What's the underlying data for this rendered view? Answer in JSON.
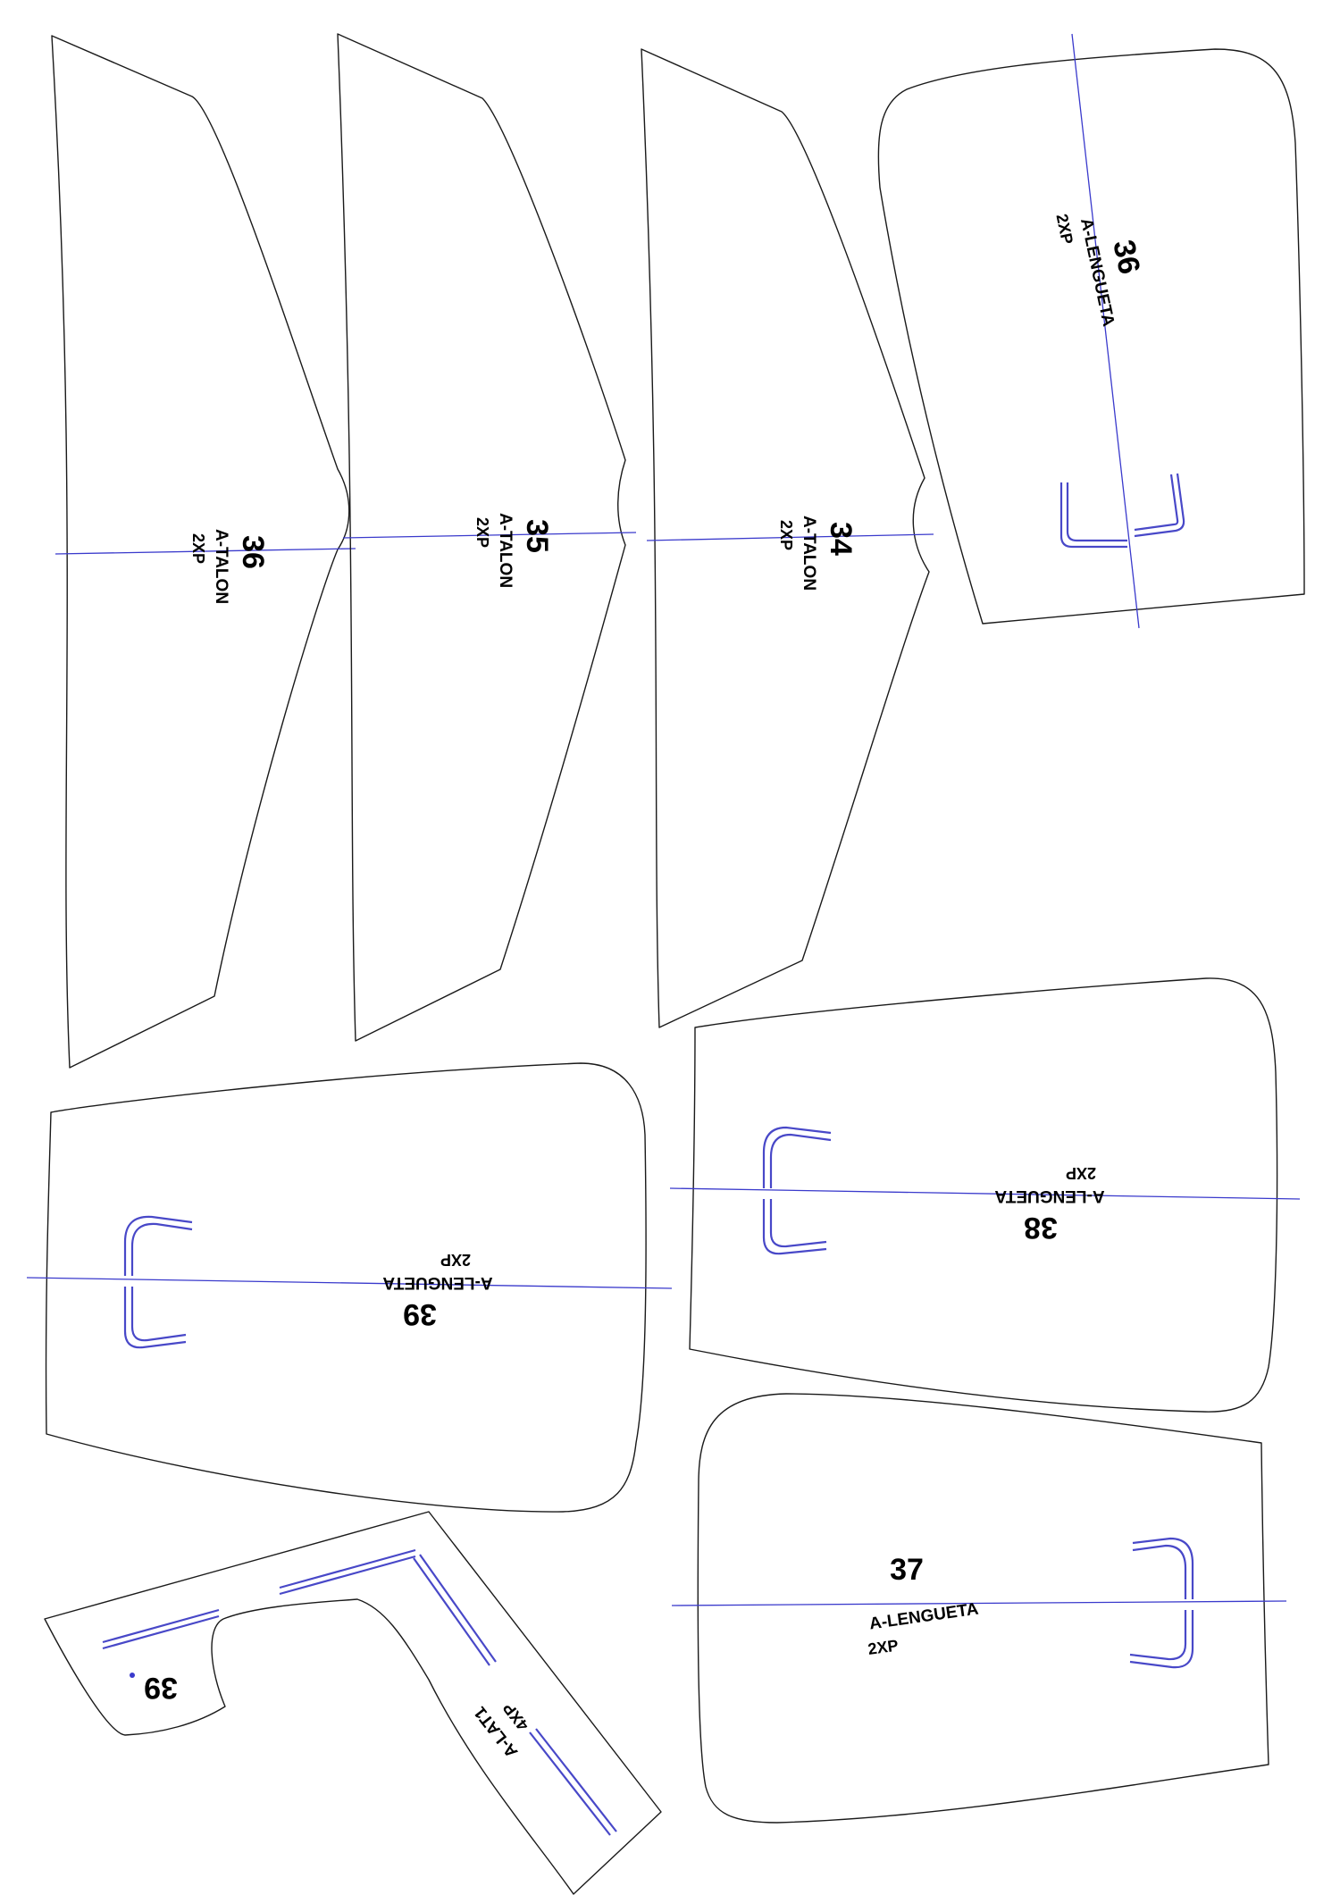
{
  "pieces": {
    "talon36": {
      "number": "36",
      "name": "A-TALON",
      "qty": "2XP"
    },
    "talon35": {
      "number": "35",
      "name": "A-TALON",
      "qty": "2XP"
    },
    "talon34": {
      "number": "34",
      "name": "A-TALON",
      "qty": "2XP"
    },
    "lengueta36": {
      "number": "36",
      "name": "A-LENGUETA",
      "qty": "2XP"
    },
    "lengueta39": {
      "number": "39",
      "name": "A-LENGUETA",
      "qty": "2XP"
    },
    "lengueta38": {
      "number": "38",
      "name": "A-LENGUETA",
      "qty": "2XP"
    },
    "lengueta37": {
      "number": "37",
      "name": "A-LENGUETA",
      "qty": "2XP"
    },
    "lat39": {
      "number": "39",
      "name": "A-LAT1",
      "qty": "4XP"
    }
  },
  "colors": {
    "outline": "#1a1a1a",
    "grain_line": "#3a3acc",
    "slot": "#4848c8"
  }
}
